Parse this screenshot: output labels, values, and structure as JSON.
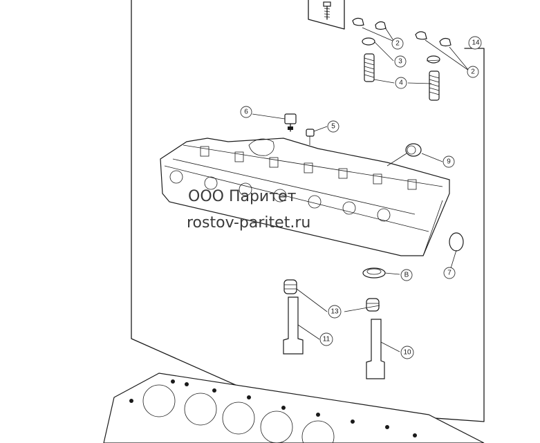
{
  "watermark": {
    "company": "ООО Паритет",
    "site": "rostov-paritet.ru"
  },
  "callouts": [
    {
      "id": "c14",
      "label": "14"
    },
    {
      "id": "c2a",
      "label": "2"
    },
    {
      "id": "c2b",
      "label": "2"
    },
    {
      "id": "c3",
      "label": "3"
    },
    {
      "id": "c4",
      "label": "4"
    },
    {
      "id": "c6",
      "label": "6"
    },
    {
      "id": "c5",
      "label": "5"
    },
    {
      "id": "c9",
      "label": "9"
    },
    {
      "id": "c7",
      "label": "7"
    },
    {
      "id": "c8",
      "label": "B"
    },
    {
      "id": "c13",
      "label": "13"
    },
    {
      "id": "c11",
      "label": "11"
    },
    {
      "id": "c10",
      "label": "10"
    }
  ]
}
